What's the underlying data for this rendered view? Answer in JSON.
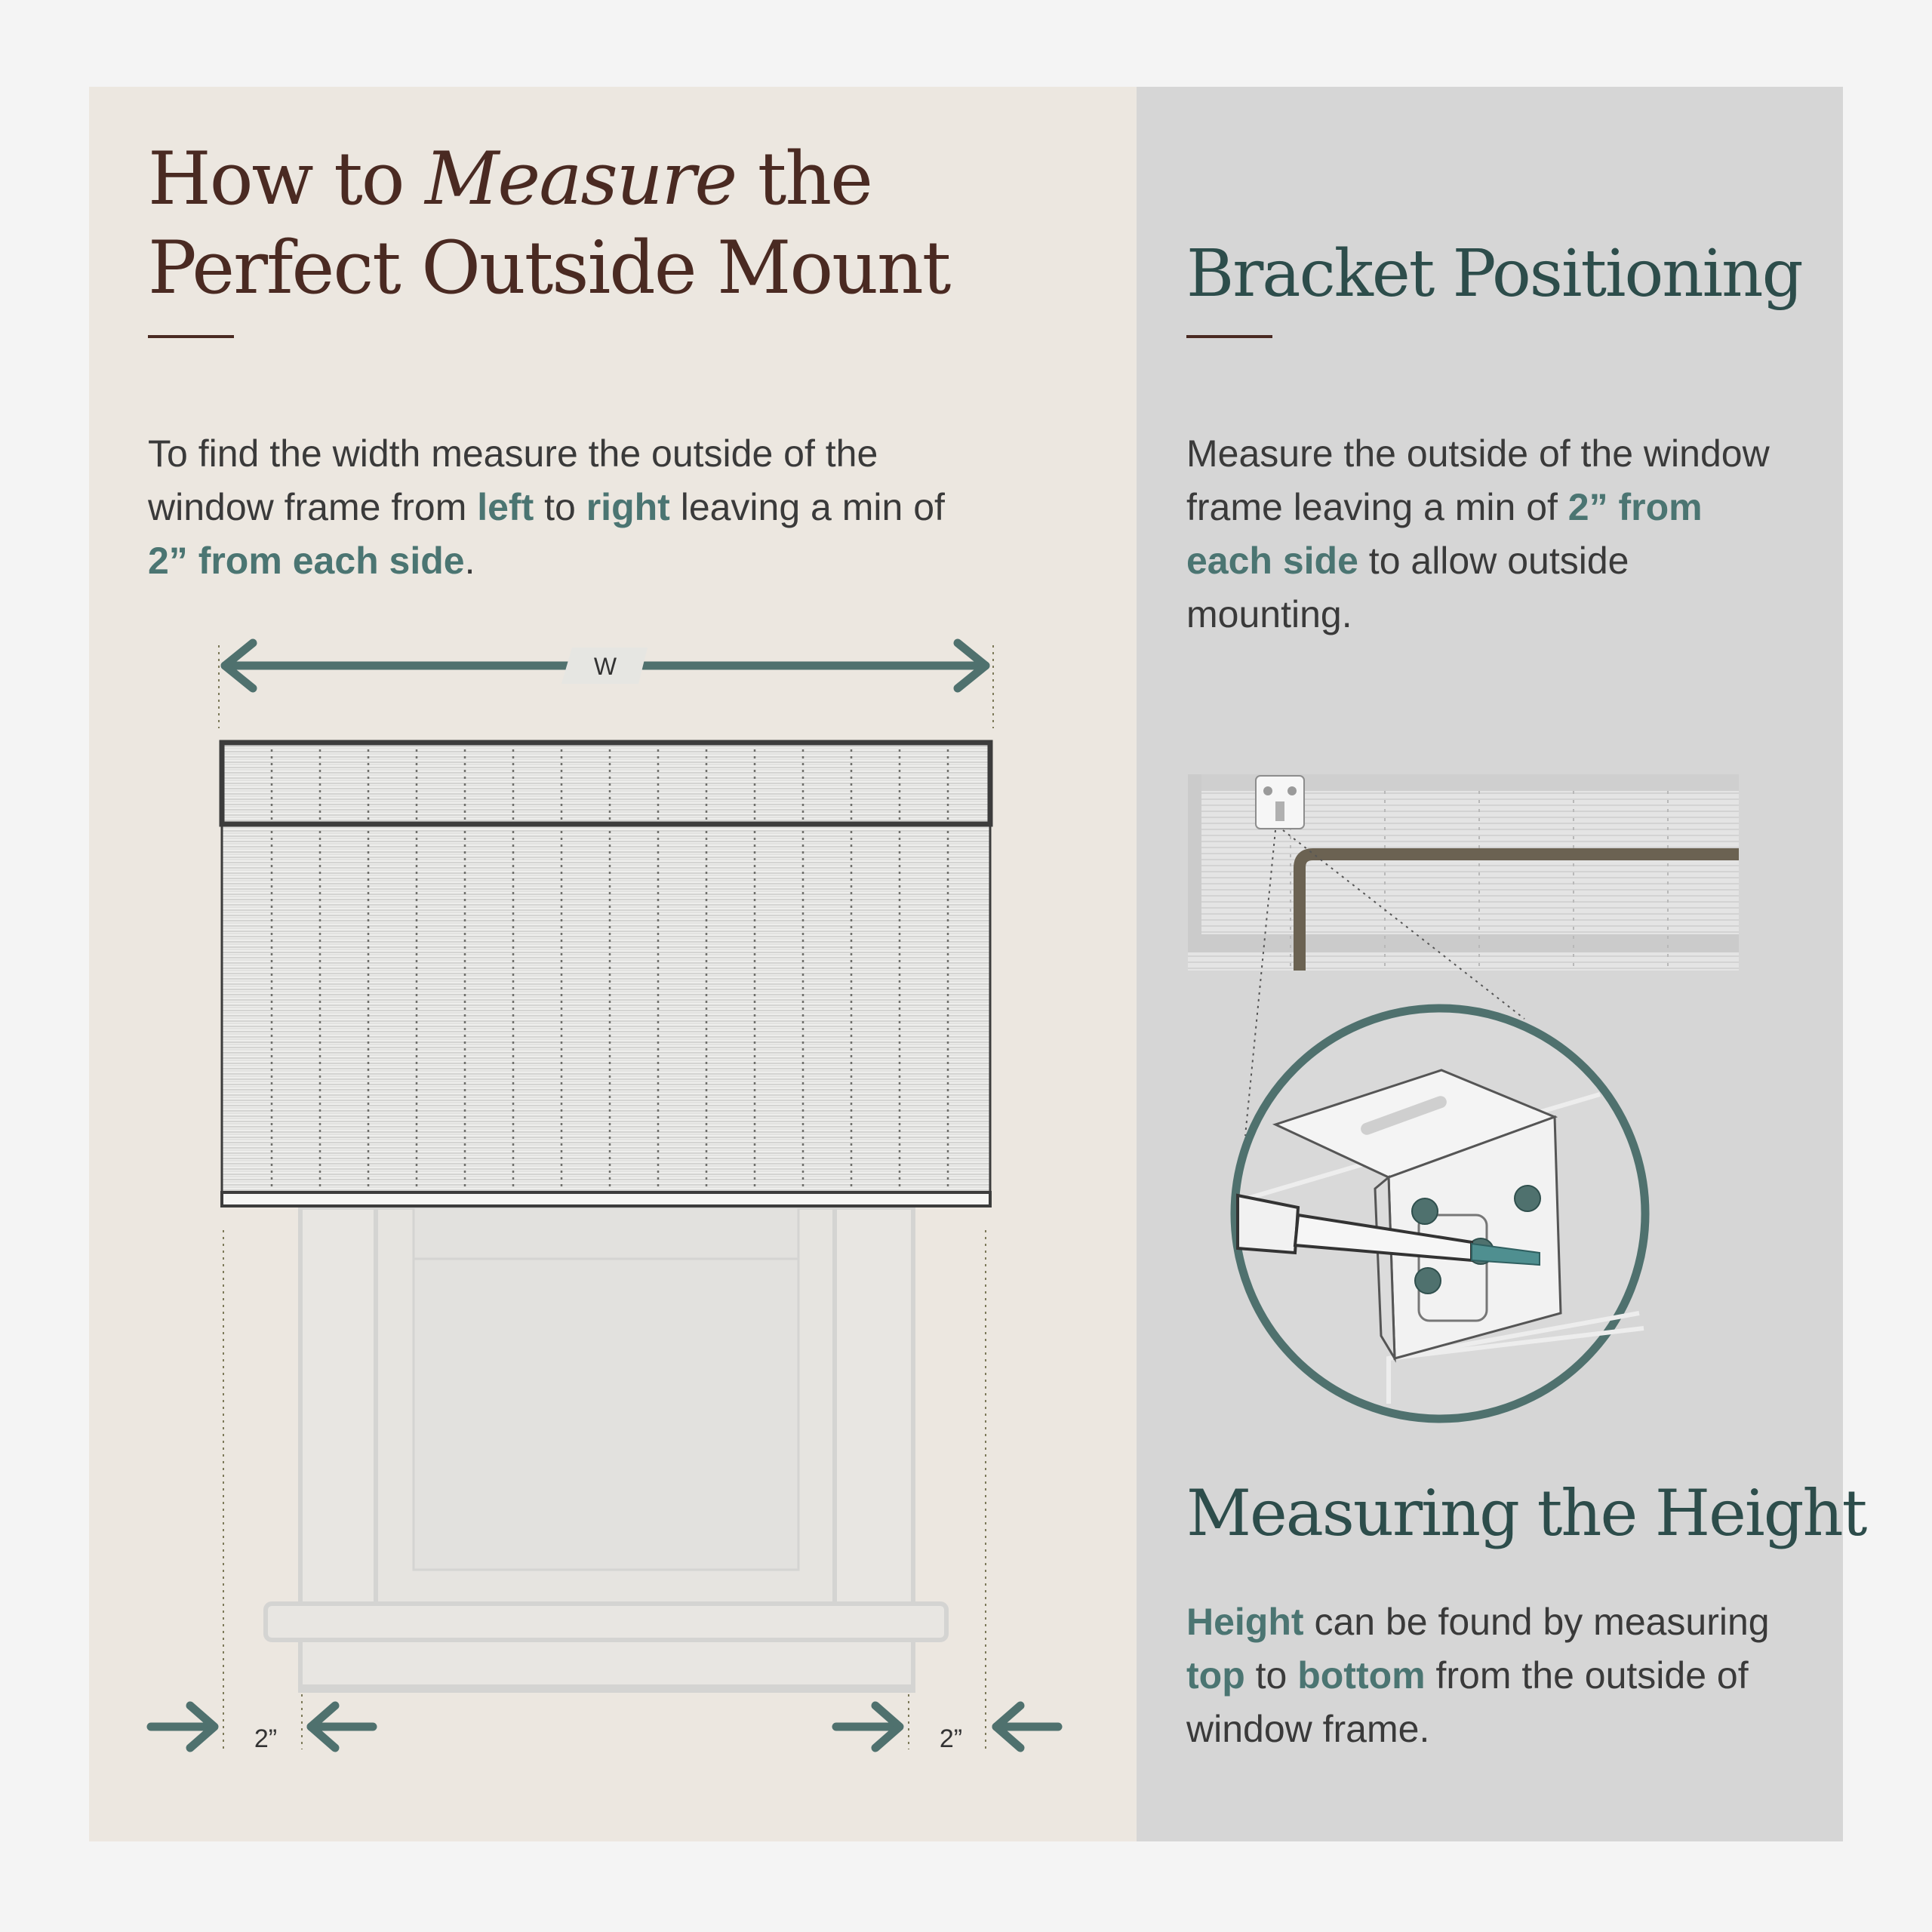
{
  "left": {
    "title_part1": "How to ",
    "title_em": "Measure",
    "title_part2": " the",
    "title_line2": "Perfect Outside Mount",
    "text": {
      "t1": "To find the width measure the outside of the window frame from ",
      "b1": "left",
      "t2": " to ",
      "b2": "right",
      "t3": " leaving a min of ",
      "b3": "2” from each side",
      "t4": "."
    },
    "diagram": {
      "width_label": "W",
      "left_gap_label": "2”",
      "right_gap_label": "2”"
    }
  },
  "bracket": {
    "title": "Bracket Positioning",
    "text": {
      "t1": "Measure the outside of the window frame leaving a min of ",
      "b1": "2” from each side",
      "t2": " to allow outside mounting."
    }
  },
  "height": {
    "title": "Measuring the Height",
    "text": {
      "b1": "Height",
      "t1": " can be found by measuring ",
      "b2": "top",
      "t2": " to ",
      "b3": "bottom",
      "t3": " from the outside of window frame."
    }
  },
  "colors": {
    "accent_teal": "#4b7572",
    "title_brown": "#4a2a22",
    "title_green": "#2d4d4b",
    "left_panel_bg": "#ece7e0",
    "right_panel_bg": "#d6d6d6"
  }
}
